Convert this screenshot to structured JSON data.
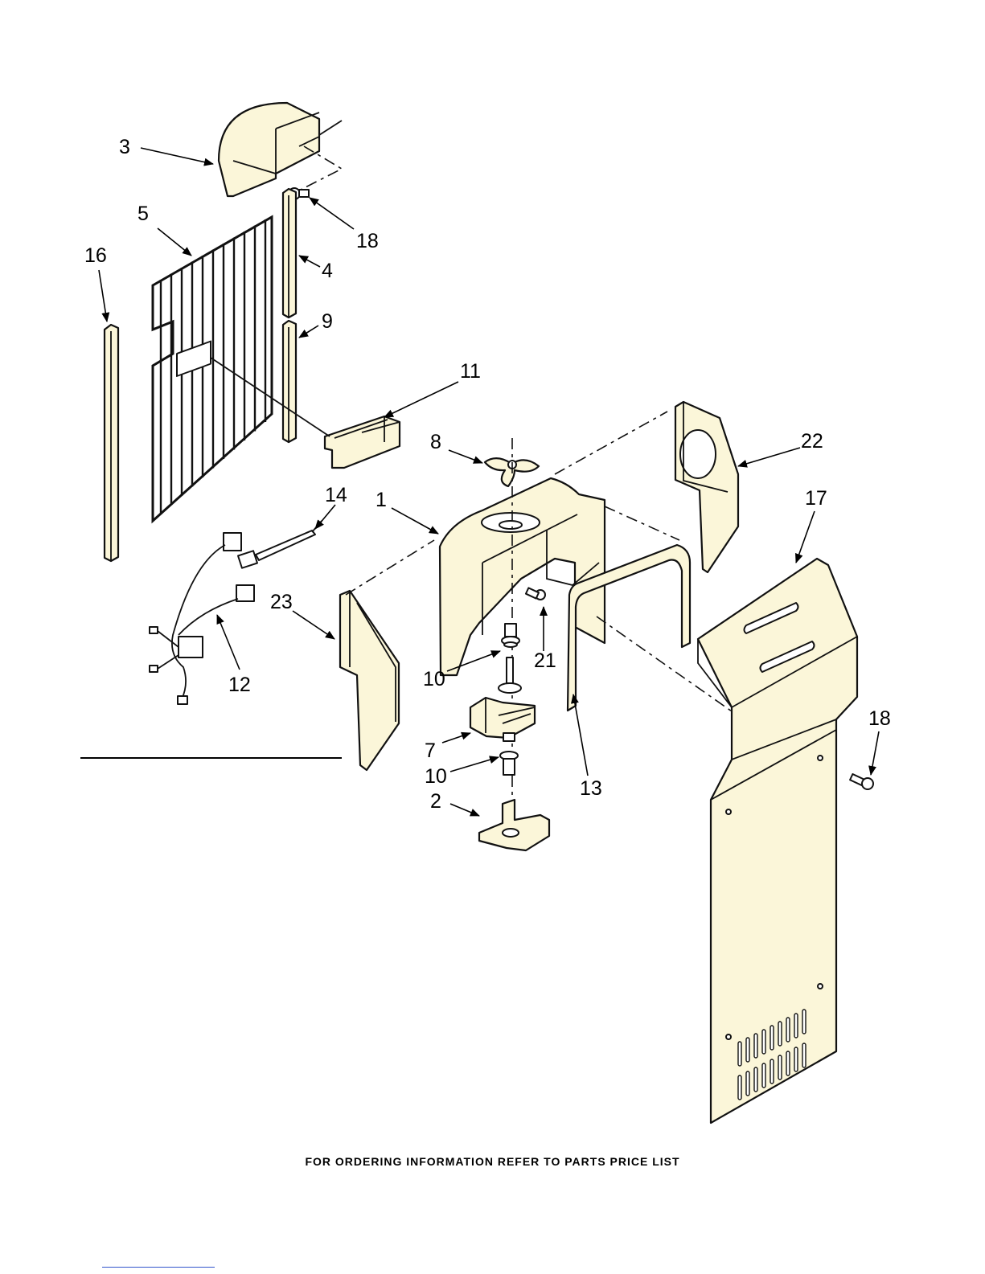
{
  "callouts": [
    "3",
    "5",
    "16",
    "18",
    "4",
    "9",
    "11",
    "8",
    "22",
    "14",
    "1",
    "17",
    "23",
    "21",
    "10",
    "12",
    "7",
    "2",
    "13"
  ],
  "extra_callouts": {
    "ten_lower": "10",
    "eighteen_right": "18"
  },
  "footer_text": "FOR ORDERING INFORMATION REFER TO PARTS PRICE LIST",
  "colors": {
    "part_fill": "#fbf6d9",
    "line": "#111111"
  }
}
